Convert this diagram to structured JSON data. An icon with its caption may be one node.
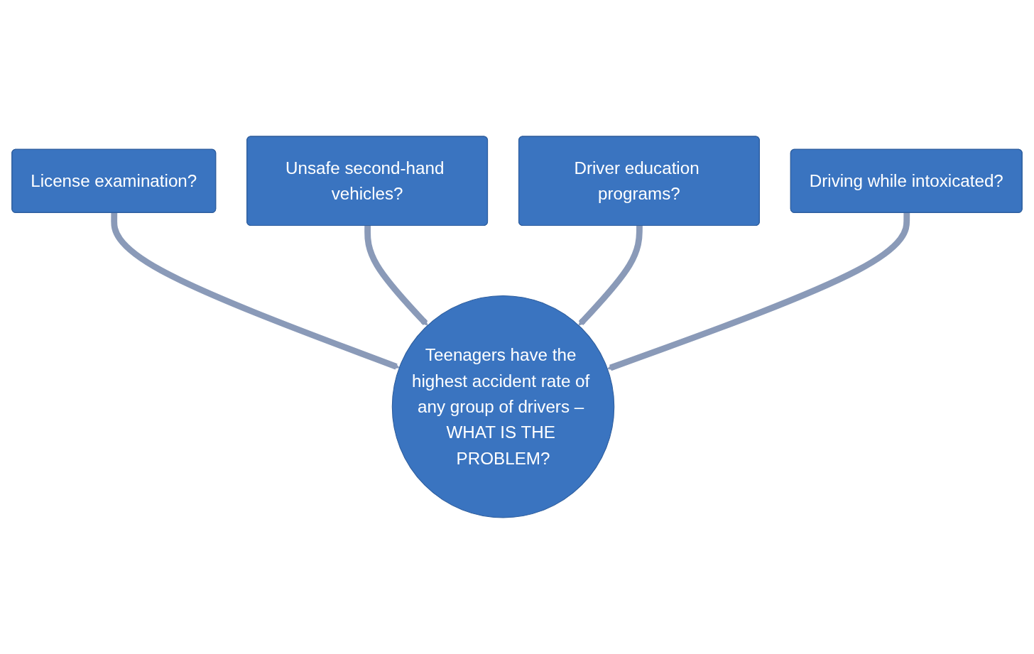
{
  "diagram": {
    "nodes": [
      {
        "text": [
          "License examination?"
        ]
      },
      {
        "text": [
          "Unsafe second-hand vehicles?"
        ]
      },
      {
        "text": [
          "Driver education programs?"
        ]
      },
      {
        "text": [
          "Driving while intoxicated?"
        ]
      },
      {
        "text": [
          "Teenagers have the highest accident rate of any group of drivers – WHAT IS THE PROBLEM?"
        ]
      }
    ],
    "edges": [
      {
        "from": 0,
        "to": 4,
        "arrow": "to"
      },
      {
        "from": 1,
        "to": 4,
        "arrow": "to"
      },
      {
        "from": 2,
        "to": 4,
        "arrow": "to"
      },
      {
        "from": 3,
        "to": 4,
        "arrow": "to"
      }
    ]
  }
}
